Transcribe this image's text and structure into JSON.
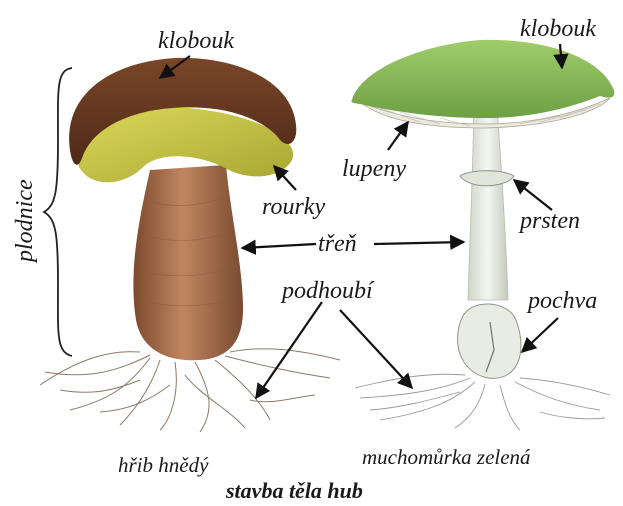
{
  "diagram": {
    "title": "stavba těla hub",
    "left_species": "hřib hnědý",
    "right_species": "muchomůrka zelená",
    "labels": {
      "plodnice": "plodnice",
      "klobouk_left": "klobouk",
      "klobouk_right": "klobouk",
      "rourky": "rourky",
      "lupeny": "lupeny",
      "prsten": "prsten",
      "tren": "třeň",
      "podhoubi": "podhoubí",
      "pochva": "pochva"
    }
  },
  "colors": {
    "boletus_cap": "#6e3a22",
    "boletus_pores": "#c9c846",
    "boletus_stem": "#b27a54",
    "amanita_cap": "#8fbf5a",
    "amanita_stem": "#e4e7df",
    "mycelium": "#8a7a6a"
  }
}
